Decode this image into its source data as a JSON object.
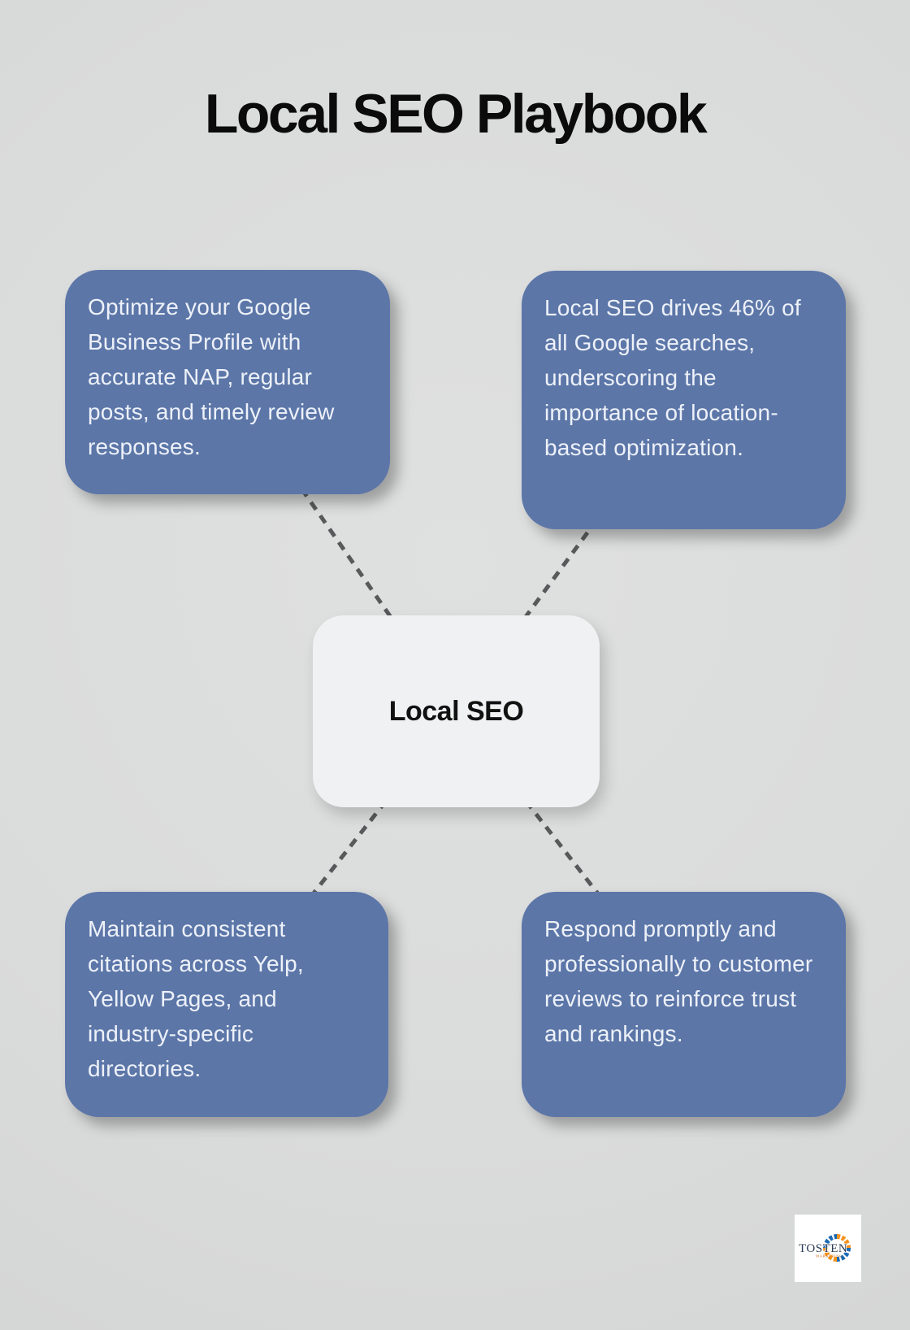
{
  "title": "Local SEO Playbook",
  "center_label": "Local SEO",
  "nodes": [
    {
      "id": "google-business-profile",
      "text": "Optimize your Google Business Profile with accurate NAP, regular posts, and timely review responses."
    },
    {
      "id": "local-seo-stat",
      "text": "Local SEO drives 46% of all Google searches, underscoring the importance of location-based optimization."
    },
    {
      "id": "citations",
      "text": "Maintain consistent citations across Yelp, Yellow Pages, and industry-specific directories."
    },
    {
      "id": "reviews",
      "text": "Respond promptly and professionally to customer reviews to reinforce trust and rankings."
    }
  ],
  "logo": {
    "name": "TOSTEN",
    "subtitle": "MARKETING"
  },
  "colors": {
    "background": "#dcdddd",
    "node_fill": "#5c76a8",
    "node_text": "#edf1f8",
    "center_fill": "#f0f1f2",
    "connector": "#58595a",
    "title_text": "#0b0b0c",
    "logo_blue": "#1c6ab3",
    "logo_orange": "#f7941e",
    "logo_text_navy": "#2b3a52",
    "logo_sub_orange": "#c96a1e"
  }
}
